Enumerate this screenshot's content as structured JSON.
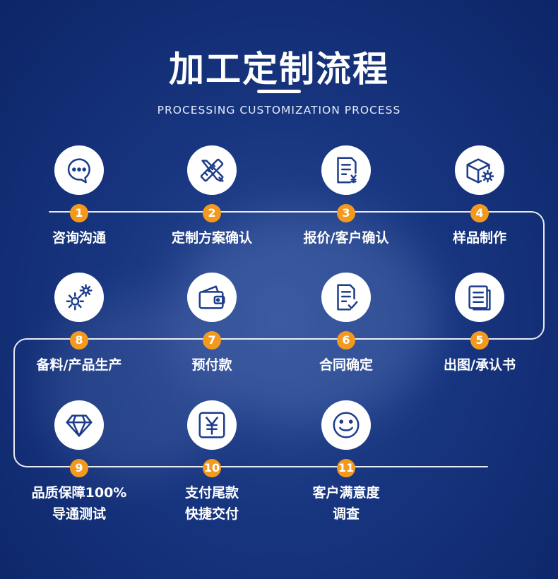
{
  "header": {
    "title": "加工定制流程",
    "subtitle": "PROCESSING CUSTOMIZATION PROCESS"
  },
  "colors": {
    "accent": "#f39a1e",
    "icon_stroke": "#1c3c8c",
    "line": "#ffffff"
  },
  "steps": [
    {
      "num": "1",
      "label": "咨询沟通",
      "icon": "chat-bubble-icon"
    },
    {
      "num": "2",
      "label": "定制方案确认",
      "icon": "ruler-pencil-icon"
    },
    {
      "num": "3",
      "label": "报价/客户确认",
      "icon": "quote-document-icon"
    },
    {
      "num": "4",
      "label": "样品制作",
      "icon": "box-gear-icon"
    },
    {
      "num": "5",
      "label": "出图/承认书",
      "icon": "document-stack-icon"
    },
    {
      "num": "6",
      "label": "合同确定",
      "icon": "contract-check-icon"
    },
    {
      "num": "7",
      "label": "预付款",
      "icon": "wallet-icon"
    },
    {
      "num": "8",
      "label": "备料/产品生产",
      "icon": "gears-icon"
    },
    {
      "num": "9",
      "label": "品质保障100%\n导通测试",
      "icon": "diamond-icon"
    },
    {
      "num": "10",
      "label": "支付尾款\n快捷交付",
      "icon": "yen-payment-icon"
    },
    {
      "num": "11",
      "label": "客户满意度\n调查",
      "icon": "smiley-icon"
    }
  ]
}
